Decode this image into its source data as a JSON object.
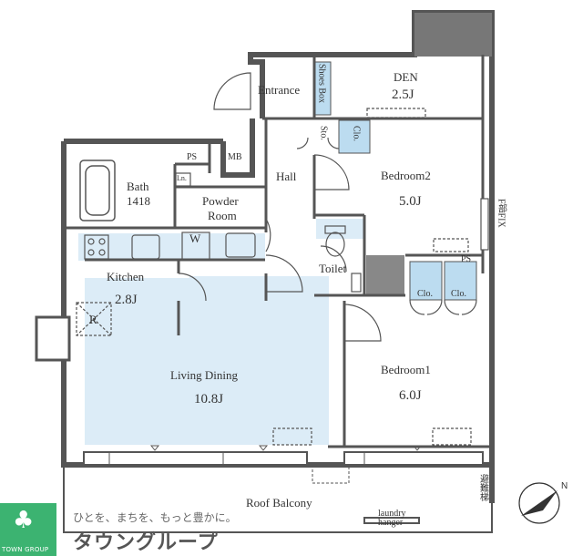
{
  "rooms": {
    "entrance": "Entrance",
    "shoes_box": "Shoes Box",
    "den": "DEN",
    "den_size": "2.5J",
    "sto": "Sto.",
    "clo": "Clo.",
    "ps": "PS",
    "mb": "MB",
    "hall": "Hall",
    "bedroom2": "Bedroom2",
    "bedroom2_size": "5.0J",
    "bath": "Bath",
    "bath_size": "1418",
    "ln": "Ln.",
    "powder_room_1": "Powder",
    "powder_room_2": "Room",
    "w": "W",
    "toilet": "Toilet",
    "kitchen": "Kitchen",
    "kitchen_size": "2.8J",
    "r": "R",
    "living_dining": "Living Dining",
    "living_dining_size": "10.8J",
    "bedroom1": "Bedroom1",
    "bedroom1_size": "6.0J",
    "clo_a": "Clo.",
    "clo_b": "Clo.",
    "ps2": "PS",
    "fix": "F部FIX",
    "roof_balcony": "Roof Balcony",
    "laundry_1": "laundry",
    "laundry_2": "hanger",
    "evac": "避難梯"
  },
  "branding": {
    "logo_label": "TOWN GROUP",
    "slogan": "ひとを、まちを、もっと豊かに。",
    "brand_name": "タウングループ"
  },
  "colors": {
    "wall": "#555555",
    "floor_highlight": "#dcecf7",
    "cabinet_blue": "#bcdcf0",
    "logo_green": "#3cb371"
  }
}
